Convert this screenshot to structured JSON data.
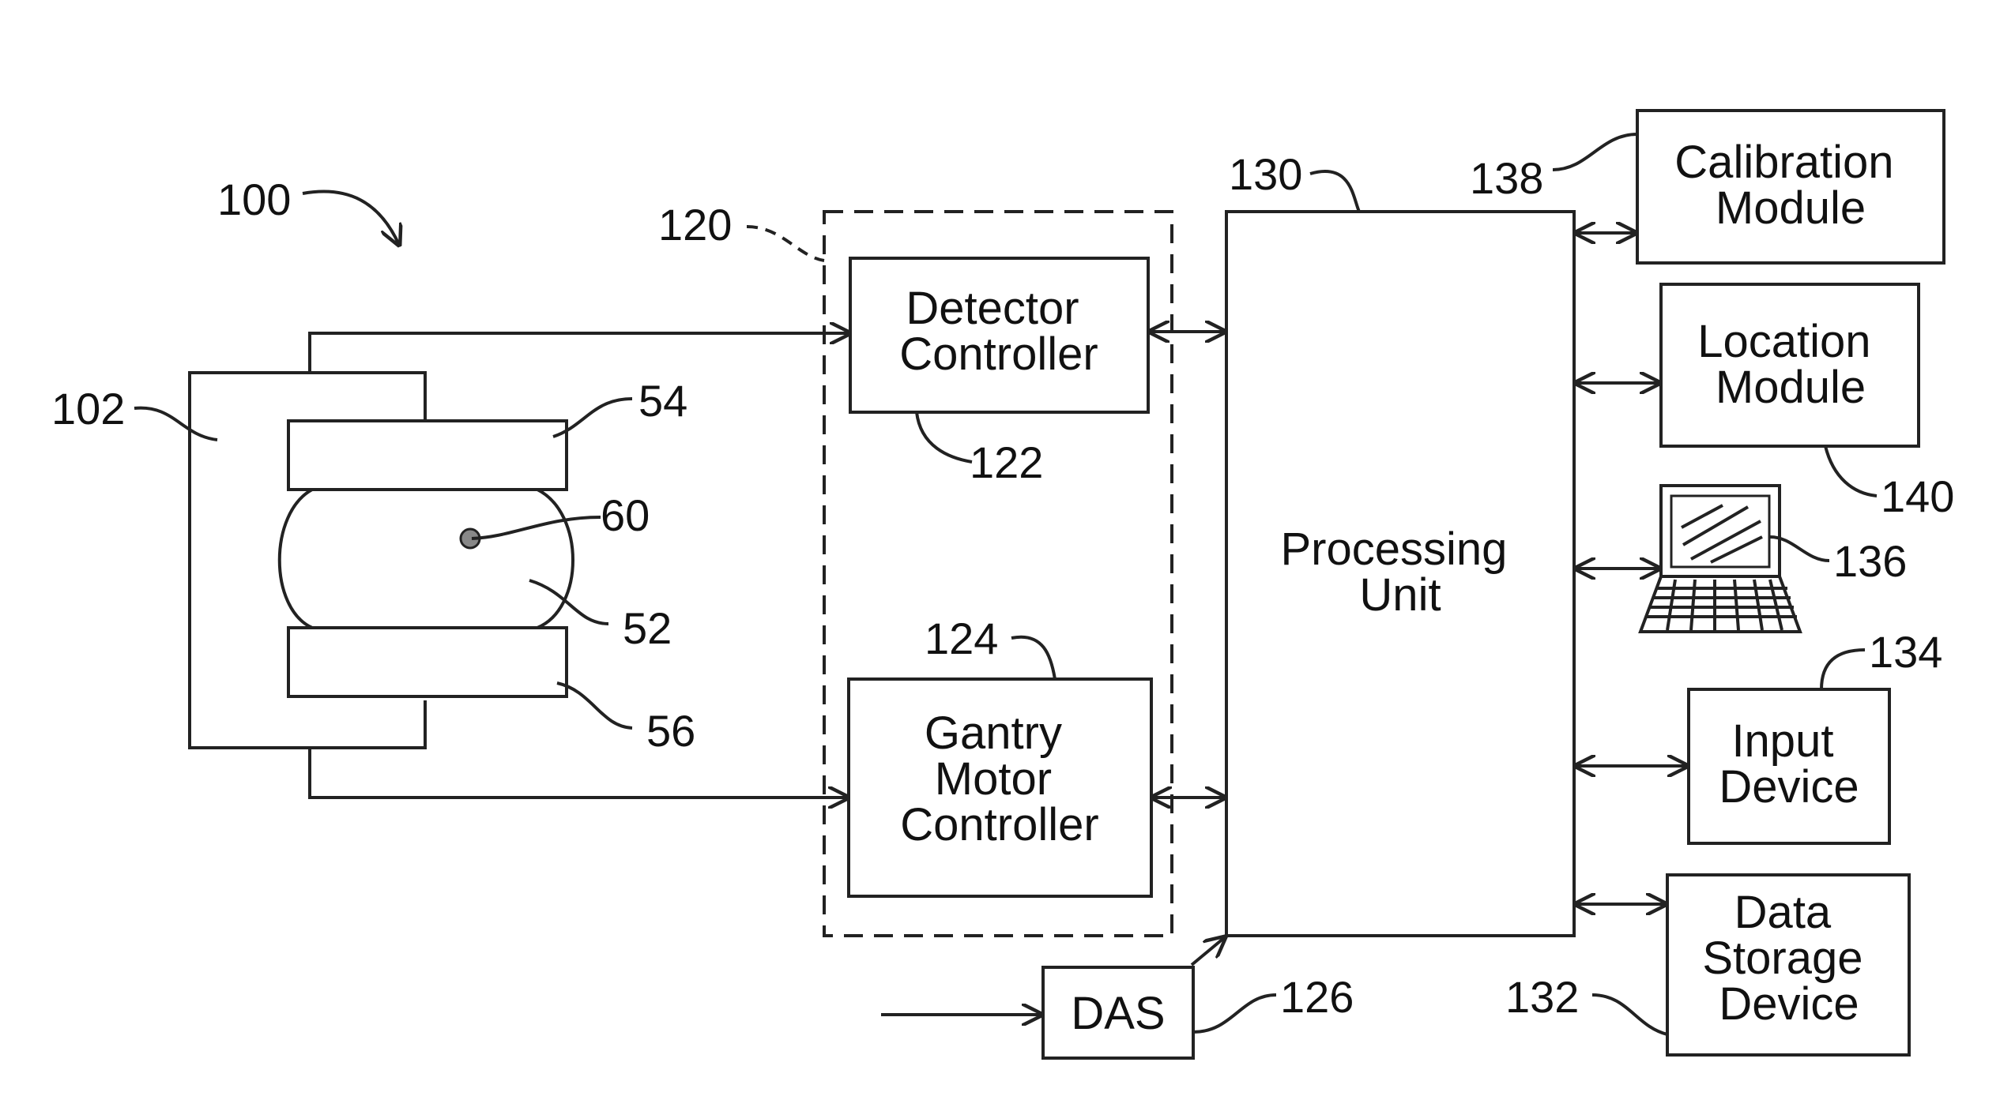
{
  "blocks": {
    "detector_controller": [
      "Detector",
      "Controller"
    ],
    "gantry_motor_controller": [
      "Gantry",
      "Motor",
      "Controller"
    ],
    "processing_unit": [
      "Processing",
      "Unit"
    ],
    "das": "DAS",
    "calibration_module": [
      "Calibration",
      "Module"
    ],
    "location_module": [
      "Location",
      "Module"
    ],
    "input_device": [
      "Input",
      "Device"
    ],
    "data_storage_device": [
      "Data",
      "Storage",
      "Device"
    ]
  },
  "refs": {
    "system": "100",
    "gantry": "102",
    "controller_group": "120",
    "detector_controller": "122",
    "gantry_motor_controller": "124",
    "das": "126",
    "processing_unit": "130",
    "data_storage_device": "132",
    "input_device": "134",
    "display": "136",
    "calibration_module": "138",
    "location_module": "140",
    "object": "52",
    "upper_detector": "54",
    "lower_detector": "56",
    "point": "60"
  },
  "icons": {
    "display": "laptop-icon"
  }
}
